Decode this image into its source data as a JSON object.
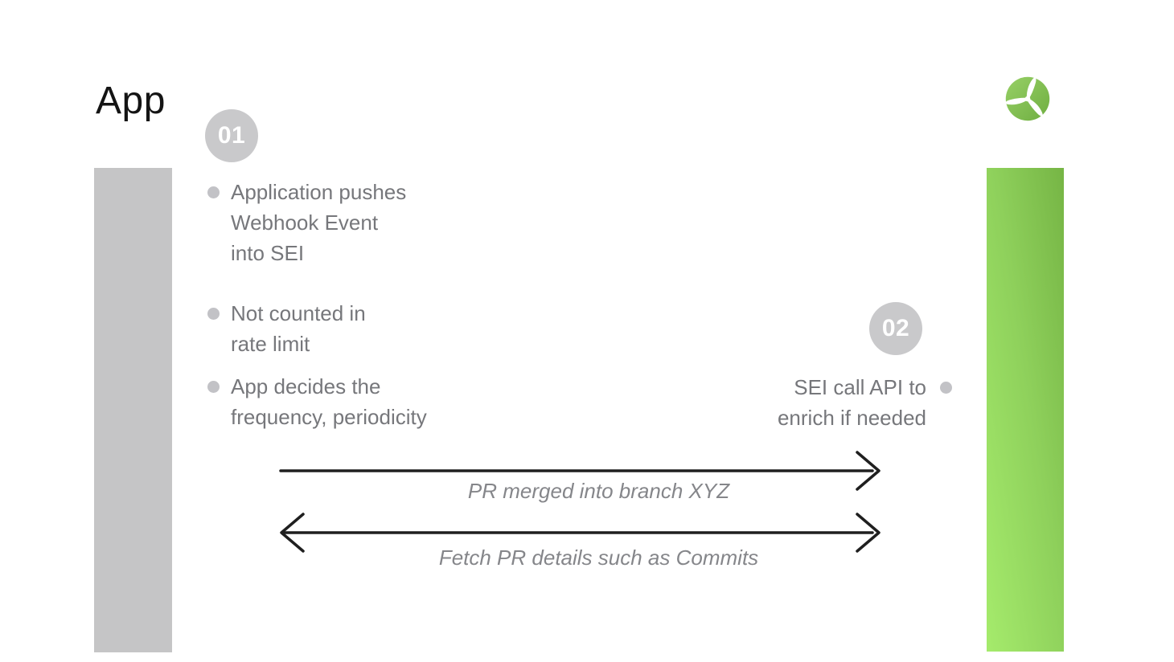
{
  "title": "App",
  "logo": {
    "icon": "propeller-icon"
  },
  "steps": {
    "one": "01",
    "two": "02"
  },
  "left_bullets": [
    {
      "lines": [
        "Application pushes",
        "Webhook Event",
        "into SEI"
      ]
    },
    {
      "lines": [
        "Not counted in",
        "rate limit"
      ]
    },
    {
      "lines": [
        "App decides the",
        "frequency, periodicity"
      ]
    }
  ],
  "right_bullet": {
    "lines": [
      "SEI call API to",
      "enrich if needed"
    ]
  },
  "arrows": [
    {
      "label": "PR merged into branch XYZ",
      "direction": "right"
    },
    {
      "label": "Fetch PR details such as Commits",
      "direction": "both"
    }
  ],
  "colors": {
    "bar_gray": "#c5c5c6",
    "bar_green_top": "#76b545",
    "bar_green_bottom": "#a5eb6c",
    "logo_green_light": "#97d066",
    "logo_green_dark": "#6fae41",
    "step_circle_gray": "#c9c9cb",
    "bullet_text_gray": "#76777b",
    "bullet_dot_gray": "#c2c2c6",
    "arrow_black": "#1f1f1f",
    "arrow_label_gray": "#85868a",
    "title_black": "#141414"
  }
}
